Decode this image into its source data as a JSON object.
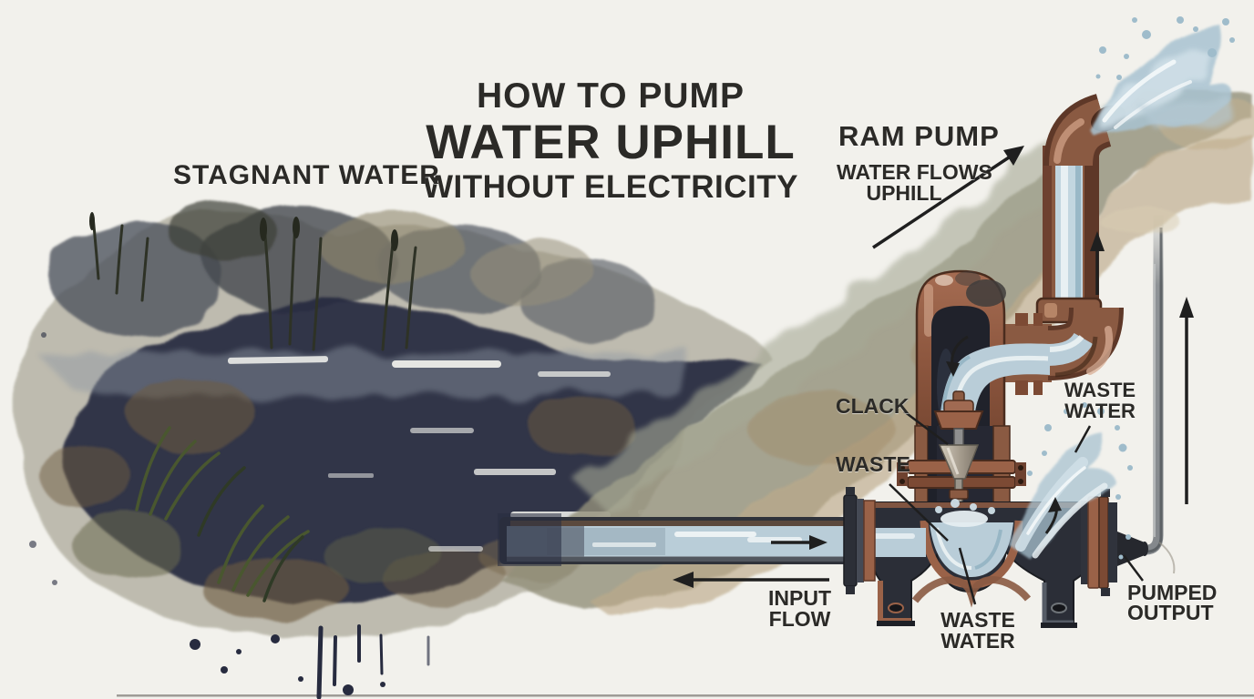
{
  "title": {
    "line1": "HOW TO PUMP",
    "line2": "WATER UPHILL",
    "line3": "WITHOUT ELECTRICITY"
  },
  "labels": {
    "stagnant_water": "STAGNANT WATER",
    "ram_pump": "RAM PUMP",
    "water_flows_line1": "WATER FLOWS",
    "water_flows_line2": "UPHILL",
    "clack": "CLACK",
    "waste": "WASTE",
    "waste_water_right_line1": "WASTE",
    "waste_water_right_line2": "WATER",
    "input_flow_line1": "INPUT",
    "input_flow_line2": "FLOW",
    "waste_water_bottom_line1": "WASTE",
    "waste_water_bottom_line2": "WATER",
    "pumped_output_line1": "PUMPED",
    "pumped_output_line2": "OUTPUT"
  },
  "colors": {
    "background": "#f2f1ec",
    "text": "#2b2a27",
    "arrow": "#1f1f1f",
    "copper": "#9a6248",
    "copper_dark": "#6e4130",
    "copper_highlight": "#d8ae95",
    "dark_metal": "#2b2e37",
    "water_pale": "#b9cdd8",
    "water_mid": "#9fbccb",
    "hill_olive": "#93907a",
    "hill_tan": "#bdaa8a",
    "pond_navy": "#272b3f",
    "pond_wash": "#8b8773",
    "grass": "#49572f"
  }
}
